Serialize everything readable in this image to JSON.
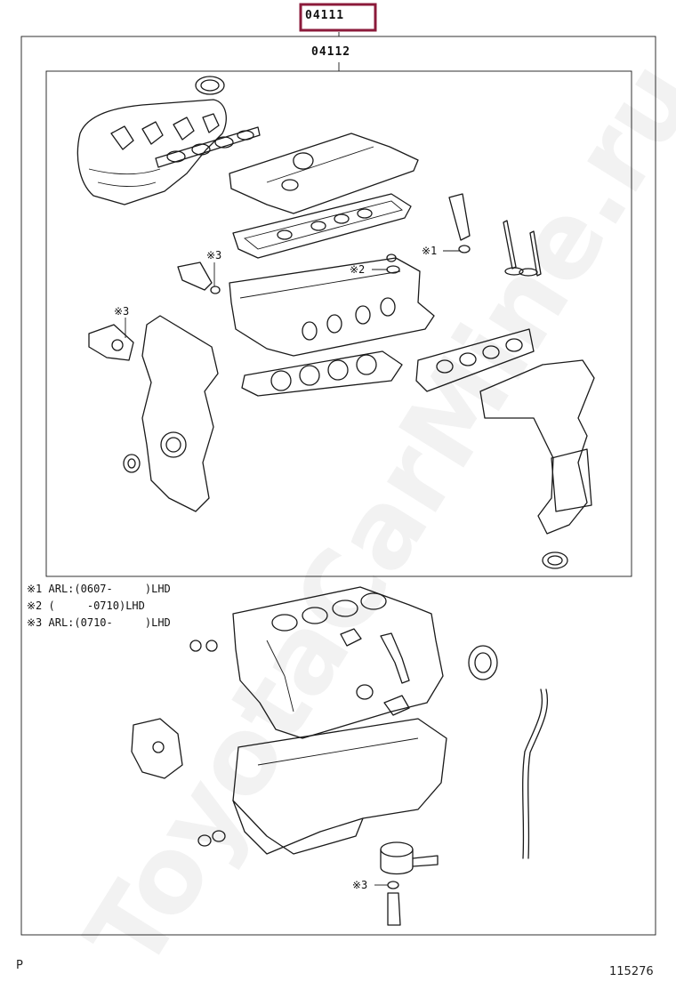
{
  "diagram": {
    "outer_part_number": "04111",
    "inner_part_number": "04112",
    "markers": {
      "m1": "※1",
      "m2": "※2",
      "m3a": "※3",
      "m3b": "※3",
      "m3c": "※3"
    },
    "notes": [
      "※1 ARL:(0607-     )LHD",
      "※2 (     -0710)LHD",
      "※3 ARL:(0710-     )LHD"
    ],
    "footer_left": "P",
    "footer_right": "115276",
    "watermark": "ToyotaCarMine.ru",
    "colors": {
      "highlight_box": "#8b1a3a",
      "line": "#1a1a1a"
    }
  }
}
